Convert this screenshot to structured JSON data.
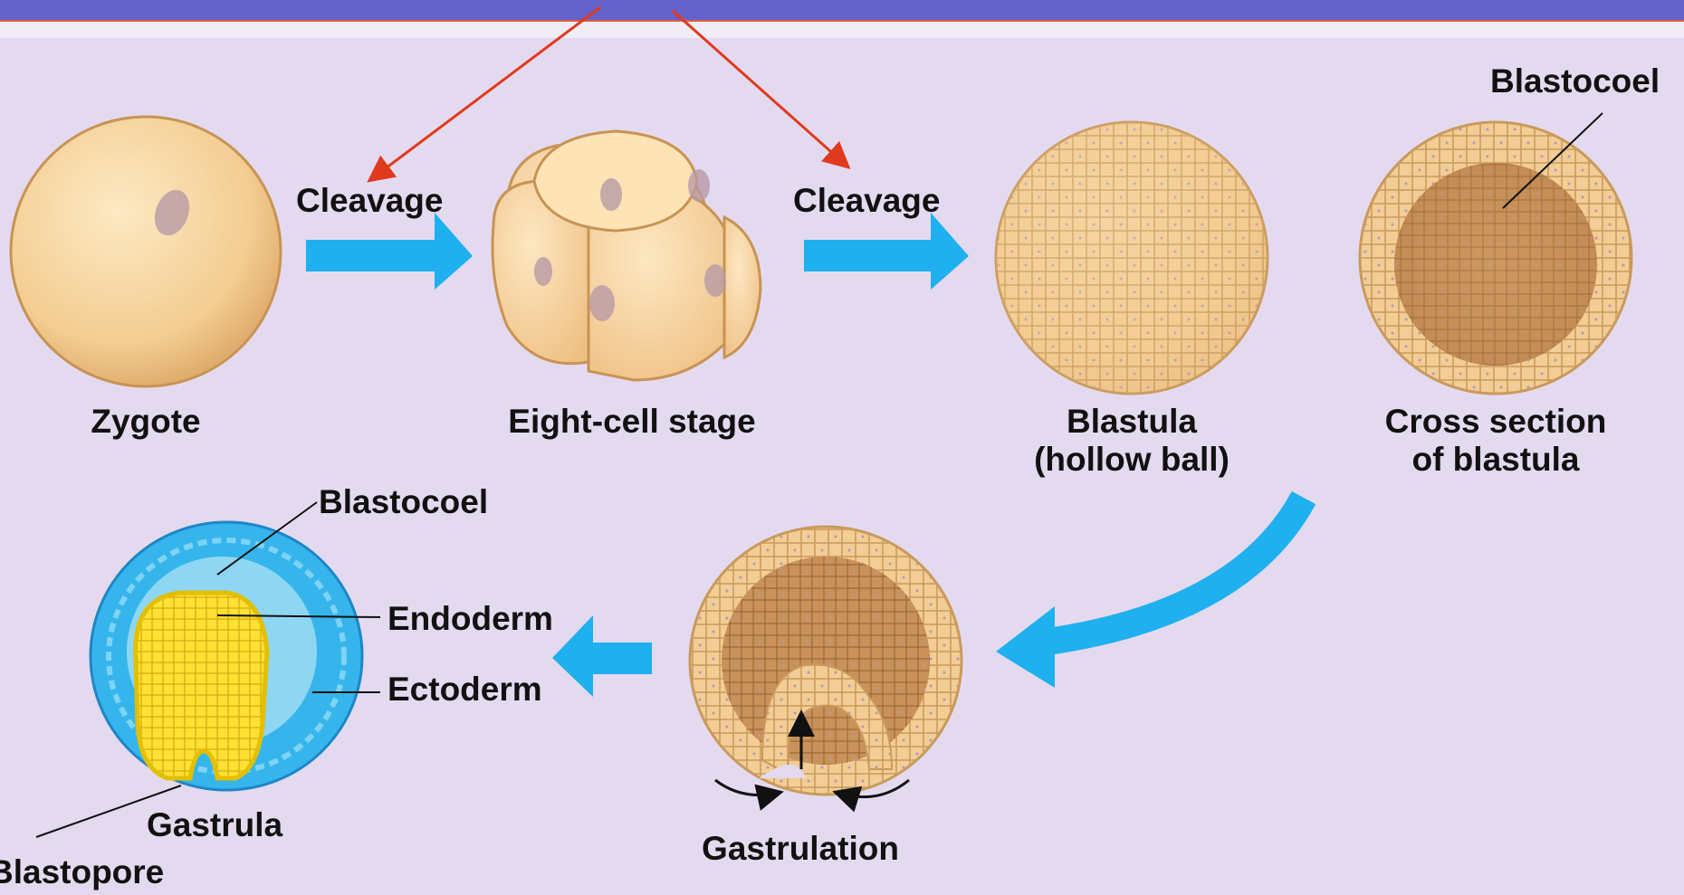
{
  "labels": {
    "cleavage_1": "Cleavage",
    "cleavage_2": "Cleavage",
    "zygote": "Zygote",
    "eight_cell": "Eight-cell stage",
    "blastula_line1": "Blastula",
    "blastula_line2": "(hollow ball)",
    "cross_section_line1": "Cross section",
    "cross_section_line2": "of blastula",
    "blastocoel_top": "Blastocoel",
    "blastocoel_gastrula": "Blastocoel",
    "endoderm": "Endoderm",
    "ectoderm": "Ectoderm",
    "gastrula": "Gastrula",
    "blastopore": "Blastopore",
    "gastrulation": "Gastrulation"
  },
  "colors": {
    "background": "#e4daf0",
    "arrow": "#1fb0ef",
    "pointer_arrow": "#e03a1e",
    "cell_fill": "#f2cd95",
    "cell_stroke": "#c99a5c",
    "ectoderm": "#35b5ec",
    "endoderm": "#ffe033",
    "header_bar": "#6562c9"
  }
}
